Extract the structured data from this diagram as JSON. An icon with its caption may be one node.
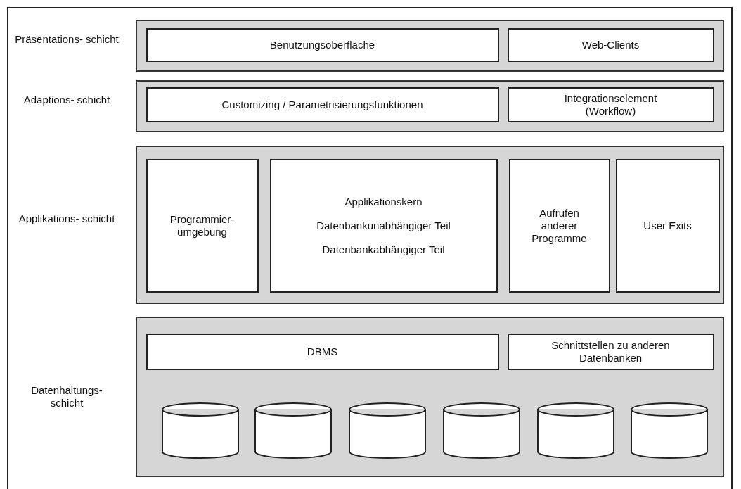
{
  "diagram": {
    "nodes": [
      {
        "text": [
          "Präsentations- schicht"
        ]
      },
      {
        "text": [
          "Benutzungsoberfläche"
        ],
        "in": 0
      },
      {
        "text": [
          "Web-Clients"
        ],
        "in": 0
      },
      {
        "text": [
          "Adaptions- schicht"
        ]
      },
      {
        "text": [
          "Customizing / Parametrisierungsfunktionen"
        ],
        "in": 3
      },
      {
        "text": [
          "Integrationselement (Workflow)"
        ],
        "in": 3
      },
      {
        "text": [
          "Applikations- schicht"
        ]
      },
      {
        "text": [
          "Programmier- umgebung"
        ],
        "in": 6
      },
      {
        "text": [
          "Applikationskern",
          "Datenbankunabhängiger Teil",
          "Datenbankabhängiger Teil"
        ],
        "in": 6
      },
      {
        "text": [
          "Aufrufen anderer Programme"
        ],
        "in": 6
      },
      {
        "text": [
          "User Exits"
        ],
        "in": 6
      },
      {
        "text": [
          "Datenhaltungs- schicht"
        ]
      },
      {
        "text": [
          "DBMS"
        ],
        "in": 11
      },
      {
        "text": [
          "Schnittstellen zu anderen Datenbanken"
        ],
        "in": 11
      },
      {
        "text": [],
        "shape": "cylinder",
        "in": 11
      },
      {
        "text": [],
        "shape": "cylinder",
        "in": 11
      },
      {
        "text": [],
        "shape": "cylinder",
        "in": 11
      },
      {
        "text": [],
        "shape": "cylinder",
        "in": 11
      },
      {
        "text": [],
        "shape": "cylinder",
        "in": 11
      },
      {
        "text": [],
        "shape": "cylinder",
        "in": 11
      }
    ],
    "edges": []
  }
}
